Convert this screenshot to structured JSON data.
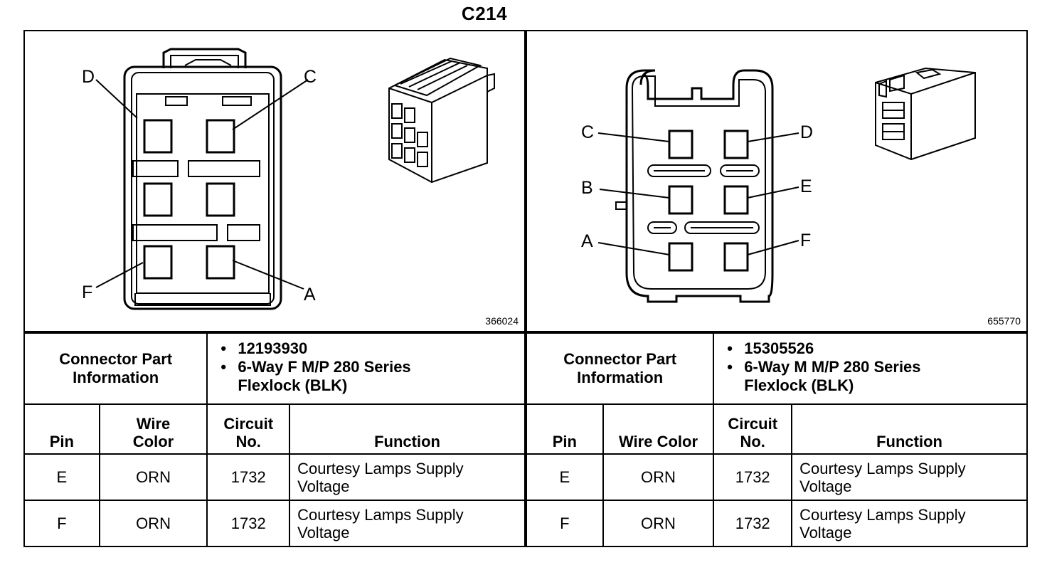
{
  "title": "C214",
  "left": {
    "drawing_number": "366024",
    "pin_labels": {
      "a": "A",
      "c": "C",
      "d": "D",
      "f": "F"
    },
    "part_info_label_line1": "Connector Part",
    "part_info_label_line2": "Information",
    "part_number": "12193930",
    "description_line1": "6-Way F M/P 280 Series",
    "description_line2": "Flexlock (BLK)",
    "headers": {
      "pin": "Pin",
      "wire_color_line1": "Wire",
      "wire_color_line2": "Color",
      "circuit_line1": "Circuit",
      "circuit_line2": "No.",
      "function": "Function"
    },
    "rows": [
      {
        "pin": "E",
        "wire_color": "ORN",
        "circuit": "1732",
        "function_line1": "Courtesy Lamps Supply",
        "function_line2": "Voltage"
      },
      {
        "pin": "F",
        "wire_color": "ORN",
        "circuit": "1732",
        "function_line1": "Courtesy Lamps Supply",
        "function_line2": "Voltage"
      }
    ]
  },
  "right": {
    "drawing_number": "655770",
    "pin_labels": {
      "a": "A",
      "b": "B",
      "c": "C",
      "d": "D",
      "e": "E",
      "f": "F"
    },
    "part_info_label_line1": "Connector Part",
    "part_info_label_line2": "Information",
    "part_number": "15305526",
    "description_line1": "6-Way M M/P 280 Series",
    "description_line2": "Flexlock (BLK)",
    "headers": {
      "pin": "Pin",
      "wire_color": "Wire Color",
      "circuit_line1": "Circuit",
      "circuit_line2": "No.",
      "function": "Function"
    },
    "rows": [
      {
        "pin": "E",
        "wire_color": "ORN",
        "circuit": "1732",
        "function_line1": "Courtesy Lamps Supply",
        "function_line2": "Voltage"
      },
      {
        "pin": "F",
        "wire_color": "ORN",
        "circuit": "1732",
        "function_line1": "Courtesy Lamps Supply",
        "function_line2": "Voltage"
      }
    ]
  }
}
